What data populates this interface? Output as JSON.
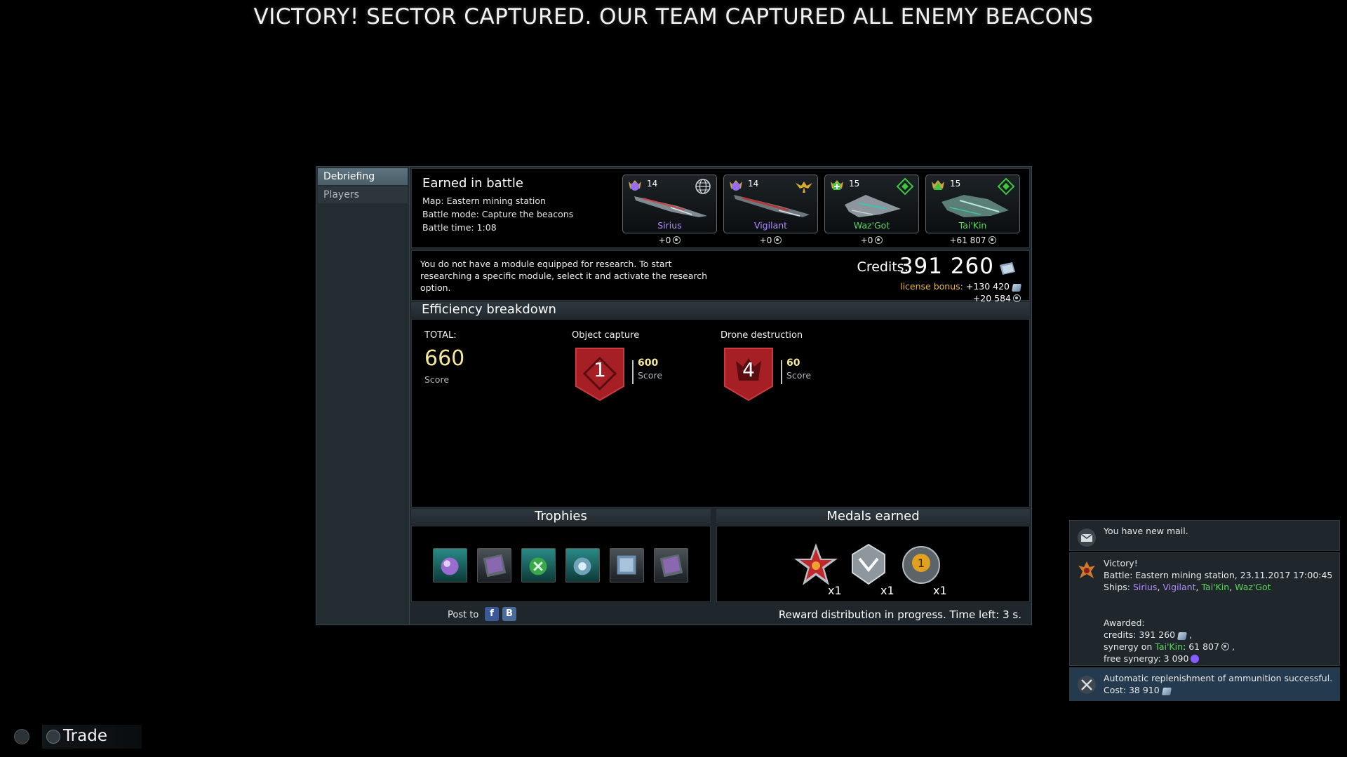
{
  "banner": "VICTORY! SECTOR CAPTURED. OUR TEAM CAPTURED ALL ENEMY BEACONS",
  "sidebar": {
    "tabs": [
      {
        "label": "Debriefing"
      },
      {
        "label": "Players"
      }
    ]
  },
  "earned": {
    "title": "Earned in battle",
    "map": "Map: Eastern mining station",
    "mode": "Battle mode: Capture the beacons",
    "time": "Battle time: 1:08"
  },
  "ships": [
    {
      "name": "Sirius",
      "level": "14",
      "synergy": "+0",
      "color": "#b28cff"
    },
    {
      "name": "Vigilant",
      "level": "14",
      "synergy": "+0",
      "color": "#b28cff"
    },
    {
      "name": "Waz'Got",
      "level": "15",
      "synergy": "+0",
      "color": "#5fd35f"
    },
    {
      "name": "Tai'Kin",
      "level": "15",
      "synergy": "+61 807",
      "color": "#5fd35f"
    }
  ],
  "research": {
    "text": "You do not have a module equipped for research. To start researching a specific module, select it and activate the research option."
  },
  "credits": {
    "label": "Credits:",
    "value": "391 260",
    "license_label": "license bonus:",
    "license_value": "+130 420",
    "synergy_bonus": "+20 584"
  },
  "efficiency": {
    "title": "Efficiency breakdown",
    "total_label": "TOTAL:",
    "total_value": "660",
    "score_label": "Score",
    "items": [
      {
        "label": "Object capture",
        "count": "1",
        "score": "600"
      },
      {
        "label": "Drone destruction",
        "count": "4",
        "score": "60"
      }
    ]
  },
  "trophies": {
    "title": "Trophies"
  },
  "medals": {
    "title": "Medals earned",
    "items": [
      {
        "count": "x1"
      },
      {
        "count": "x1"
      },
      {
        "count": "x1"
      }
    ]
  },
  "footer": {
    "post_to": "Post to",
    "fb": "f",
    "vk": "B",
    "reward": "Reward distribution in progress. Time left: 3 s."
  },
  "notifications": {
    "mail": "You have new mail.",
    "victory_title": "Victory!",
    "battle": "Battle: Eastern mining station, 23.11.2017 17:00:45",
    "ships_prefix": "Ships: ",
    "ships": [
      "Sirius",
      "Vigilant",
      "Tai'Kin",
      "Waz'Got"
    ],
    "awarded": "Awarded:",
    "credits_line": "credits: 391 260",
    "synergy_prefix": "synergy on ",
    "synergy_ship": "Tai'Kin",
    "synergy_value": ": 61 807",
    "free_synergy": "free synergy: 3 090",
    "ammo": "Automatic replenishment of ammunition successful.",
    "cost": "Cost: 38 910"
  },
  "bottom": {
    "trade": "Trade"
  }
}
